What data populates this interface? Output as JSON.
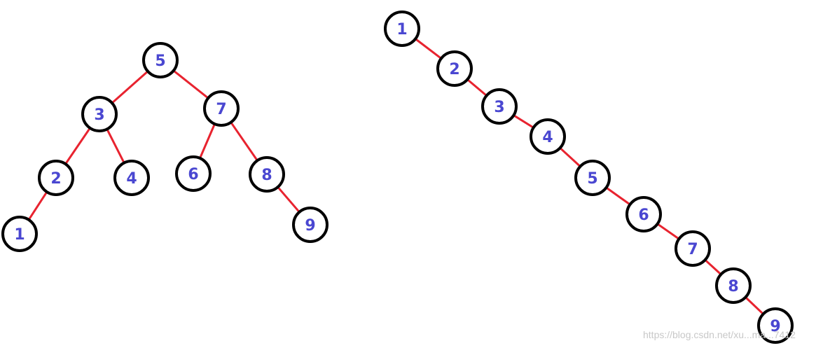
{
  "colors": {
    "edge": "#e8232f",
    "node_stroke": "#000000",
    "node_label": "#4a47d1",
    "watermark": "#c8c8c8"
  },
  "trees": [
    {
      "name": "balanced-bst",
      "nodes": [
        {
          "id": "5",
          "label": "5",
          "parent": null
        },
        {
          "id": "3",
          "label": "3",
          "parent": "5"
        },
        {
          "id": "7",
          "label": "7",
          "parent": "5"
        },
        {
          "id": "2",
          "label": "2",
          "parent": "3"
        },
        {
          "id": "4",
          "label": "4",
          "parent": "3"
        },
        {
          "id": "6",
          "label": "6",
          "parent": "7"
        },
        {
          "id": "8",
          "label": "8",
          "parent": "7"
        },
        {
          "id": "1",
          "label": "1",
          "parent": "2"
        },
        {
          "id": "9",
          "label": "9",
          "parent": "8"
        }
      ]
    },
    {
      "name": "degenerate-bst",
      "nodes": [
        {
          "id": "1",
          "label": "1",
          "parent": null
        },
        {
          "id": "2",
          "label": "2",
          "parent": "1"
        },
        {
          "id": "3",
          "label": "3",
          "parent": "2"
        },
        {
          "id": "4",
          "label": "4",
          "parent": "3"
        },
        {
          "id": "5",
          "label": "5",
          "parent": "4"
        },
        {
          "id": "6",
          "label": "6",
          "parent": "5"
        },
        {
          "id": "7",
          "label": "7",
          "parent": "6"
        },
        {
          "id": "8",
          "label": "8",
          "parent": "7"
        },
        {
          "id": "9",
          "label": "9",
          "parent": "8"
        }
      ]
    }
  ],
  "watermark": {
    "text": "https://blog.csdn.net/xu...ma...7412"
  }
}
